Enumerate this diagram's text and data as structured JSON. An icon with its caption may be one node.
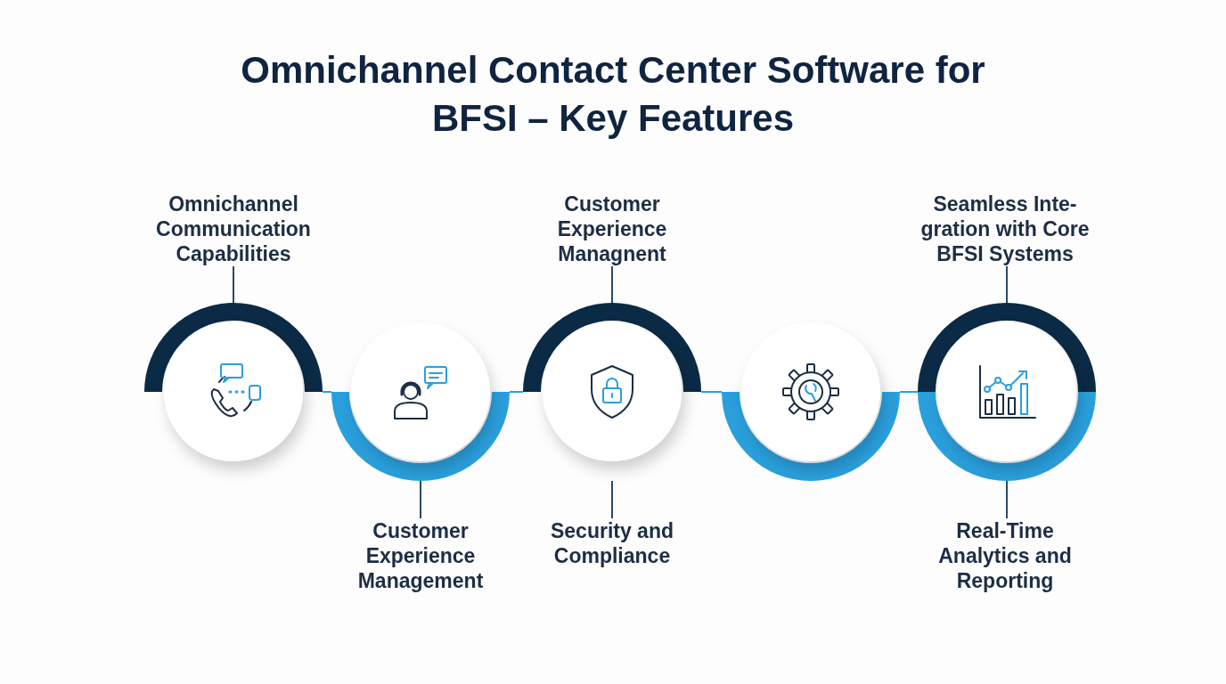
{
  "diagram": {
    "title": "Omnichannel Contact Center Software for BFSI – Key Features",
    "nodes": [
      {
        "text": [
          "Omnichannel Communication Capabilities"
        ]
      },
      {
        "text": [
          "Customer Experience Managnent"
        ]
      },
      {
        "text": [
          "Seamless Inte- gration with Core BFSI Systems"
        ]
      },
      {
        "text": [],
        "shape": "circle"
      },
      {
        "text": [],
        "shape": "circle"
      },
      {
        "text": [],
        "shape": "circle"
      },
      {
        "text": [],
        "shape": "circle"
      },
      {
        "text": [],
        "shape": "circle"
      },
      {
        "text": [
          "Customer Experience Management"
        ]
      },
      {
        "text": [
          "Security and Compliance"
        ]
      },
      {
        "text": [
          "Real-Time Analytics and Reporting"
        ]
      }
    ],
    "edges": [
      {
        "from": 0,
        "to": 3,
        "arrow": "none"
      },
      {
        "from": 1,
        "to": 5,
        "arrow": "none"
      },
      {
        "from": 2,
        "to": 7,
        "arrow": "none"
      },
      {
        "from": 8,
        "to": 4,
        "arrow": "none"
      },
      {
        "from": 9,
        "to": 5,
        "arrow": "none"
      },
      {
        "from": 10,
        "to": 7,
        "arrow": "none"
      },
      {
        "from": 3,
        "to": 4,
        "arrow": "none",
        "color": "#2a9fdc"
      },
      {
        "from": 4,
        "to": 5,
        "arrow": "none",
        "color": "#2a9fdc"
      },
      {
        "from": 5,
        "to": 6,
        "arrow": "none",
        "color": "#2a9fdc"
      },
      {
        "from": 6,
        "to": 7,
        "arrow": "none",
        "color": "#2a9fdc"
      }
    ]
  }
}
